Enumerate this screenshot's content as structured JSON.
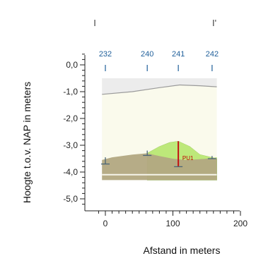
{
  "chart_data": {
    "type": "area",
    "title": "",
    "section_start_label": "I",
    "section_end_label": "I'",
    "xlabel": "Afstand in meters",
    "ylabel": "Hoogte t.o.v. NAP in meters",
    "xlim": [
      -14,
      200
    ],
    "ylim": [
      -5.6,
      0.5
    ],
    "x_ticks": [
      0,
      100,
      200
    ],
    "x_tick_labels": [
      "0",
      "100",
      "200"
    ],
    "y_ticks": [
      0,
      -1,
      -2,
      -3,
      -4,
      -5
    ],
    "y_tick_labels": [
      "0,0",
      "-1,0",
      "-2,0",
      "-3,0",
      "-4,0",
      "-5,0"
    ],
    "wells": [
      {
        "name": "232",
        "x": 0
      },
      {
        "name": "240",
        "x": 62
      },
      {
        "name": "241",
        "x": 108
      },
      {
        "name": "242",
        "x": 158
      }
    ],
    "surface_top": {
      "x": [
        -5,
        40,
        80,
        110,
        140,
        165
      ],
      "y": [
        -1.1,
        -1.0,
        -0.85,
        -0.75,
        -0.78,
        -0.82
      ]
    },
    "surface_shade_top": {
      "x": [
        -5,
        40,
        80,
        110,
        140,
        165
      ],
      "y": [
        -0.5,
        -0.5,
        -0.5,
        -0.5,
        -0.5,
        -0.5
      ]
    },
    "lower_unit": {
      "name": "",
      "x": [
        -5,
        10,
        40,
        62,
        80,
        100,
        120,
        150,
        165
      ],
      "y": [
        -3.55,
        -3.45,
        -3.35,
        -3.3,
        -3.4,
        -3.5,
        -3.55,
        -3.5,
        -3.45
      ]
    },
    "unit_pu1": {
      "name": "PU1",
      "x": [
        62,
        80,
        95,
        108,
        125,
        140,
        165
      ],
      "y": [
        -3.3,
        -3.05,
        -2.9,
        -2.85,
        -3.05,
        -3.35,
        -3.5
      ]
    },
    "model_bottom": -4.3,
    "base_line": -4.1,
    "boreholes": [
      {
        "x": 0,
        "top": -3.45,
        "bottom": -3.7
      },
      {
        "x": 62,
        "top": -3.2,
        "bottom": -3.38
      },
      {
        "x": 108,
        "top": -2.85,
        "bottom": -3.8,
        "highlight": true
      },
      {
        "x": 158,
        "top": -3.4,
        "bottom": -3.5
      }
    ],
    "colors": {
      "model_background": "#fafaec",
      "surface_shade": "#ececec",
      "surface_line": "#9a9a9a",
      "lower_unit": "#b2a882",
      "unit_pu1": "#bde87a",
      "base_line": "#f5f5ea",
      "borehole": "#4b6677",
      "highlight": "#c41212",
      "well_label": "#1f5f9a"
    }
  }
}
